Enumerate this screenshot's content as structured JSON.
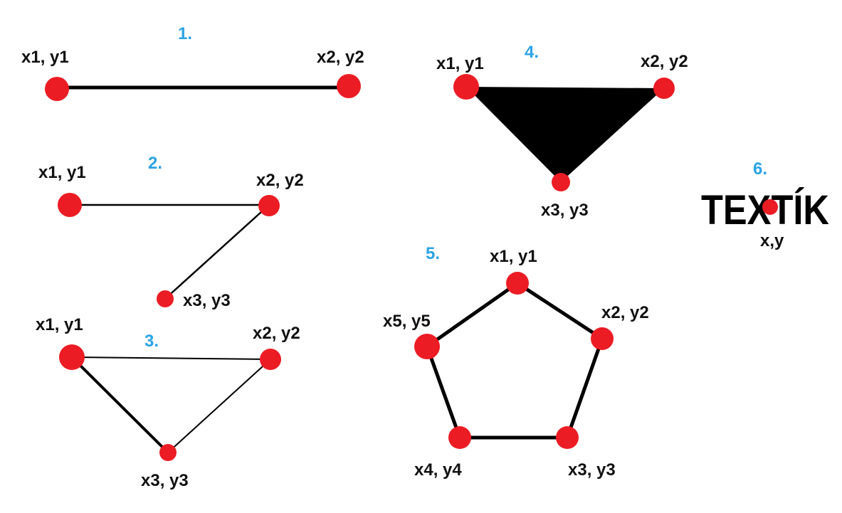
{
  "colors": {
    "point": "#ec1c24",
    "line": "#000000",
    "number": "#2ba3e6",
    "label": "#111111"
  },
  "shape1": {
    "number": "1.",
    "labels": [
      "x1, y1",
      "x2, y2"
    ]
  },
  "shape2": {
    "number": "2.",
    "labels": [
      "x1, y1",
      "x2, y2",
      "x3, y3"
    ]
  },
  "shape3": {
    "number": "3.",
    "labels": [
      "x1, y1",
      "x2, y2",
      "x3, y3"
    ]
  },
  "shape4": {
    "number": "4.",
    "labels": [
      "x1, y1",
      "x2, y2",
      "x3, y3"
    ]
  },
  "shape5": {
    "number": "5.",
    "labels": [
      "x1, y1",
      "x2, y2",
      "x3, y3",
      "x4, y4",
      "x5, y5"
    ]
  },
  "shape6": {
    "number": "6.",
    "text": "TEXTÍK",
    "label": "x,y"
  }
}
